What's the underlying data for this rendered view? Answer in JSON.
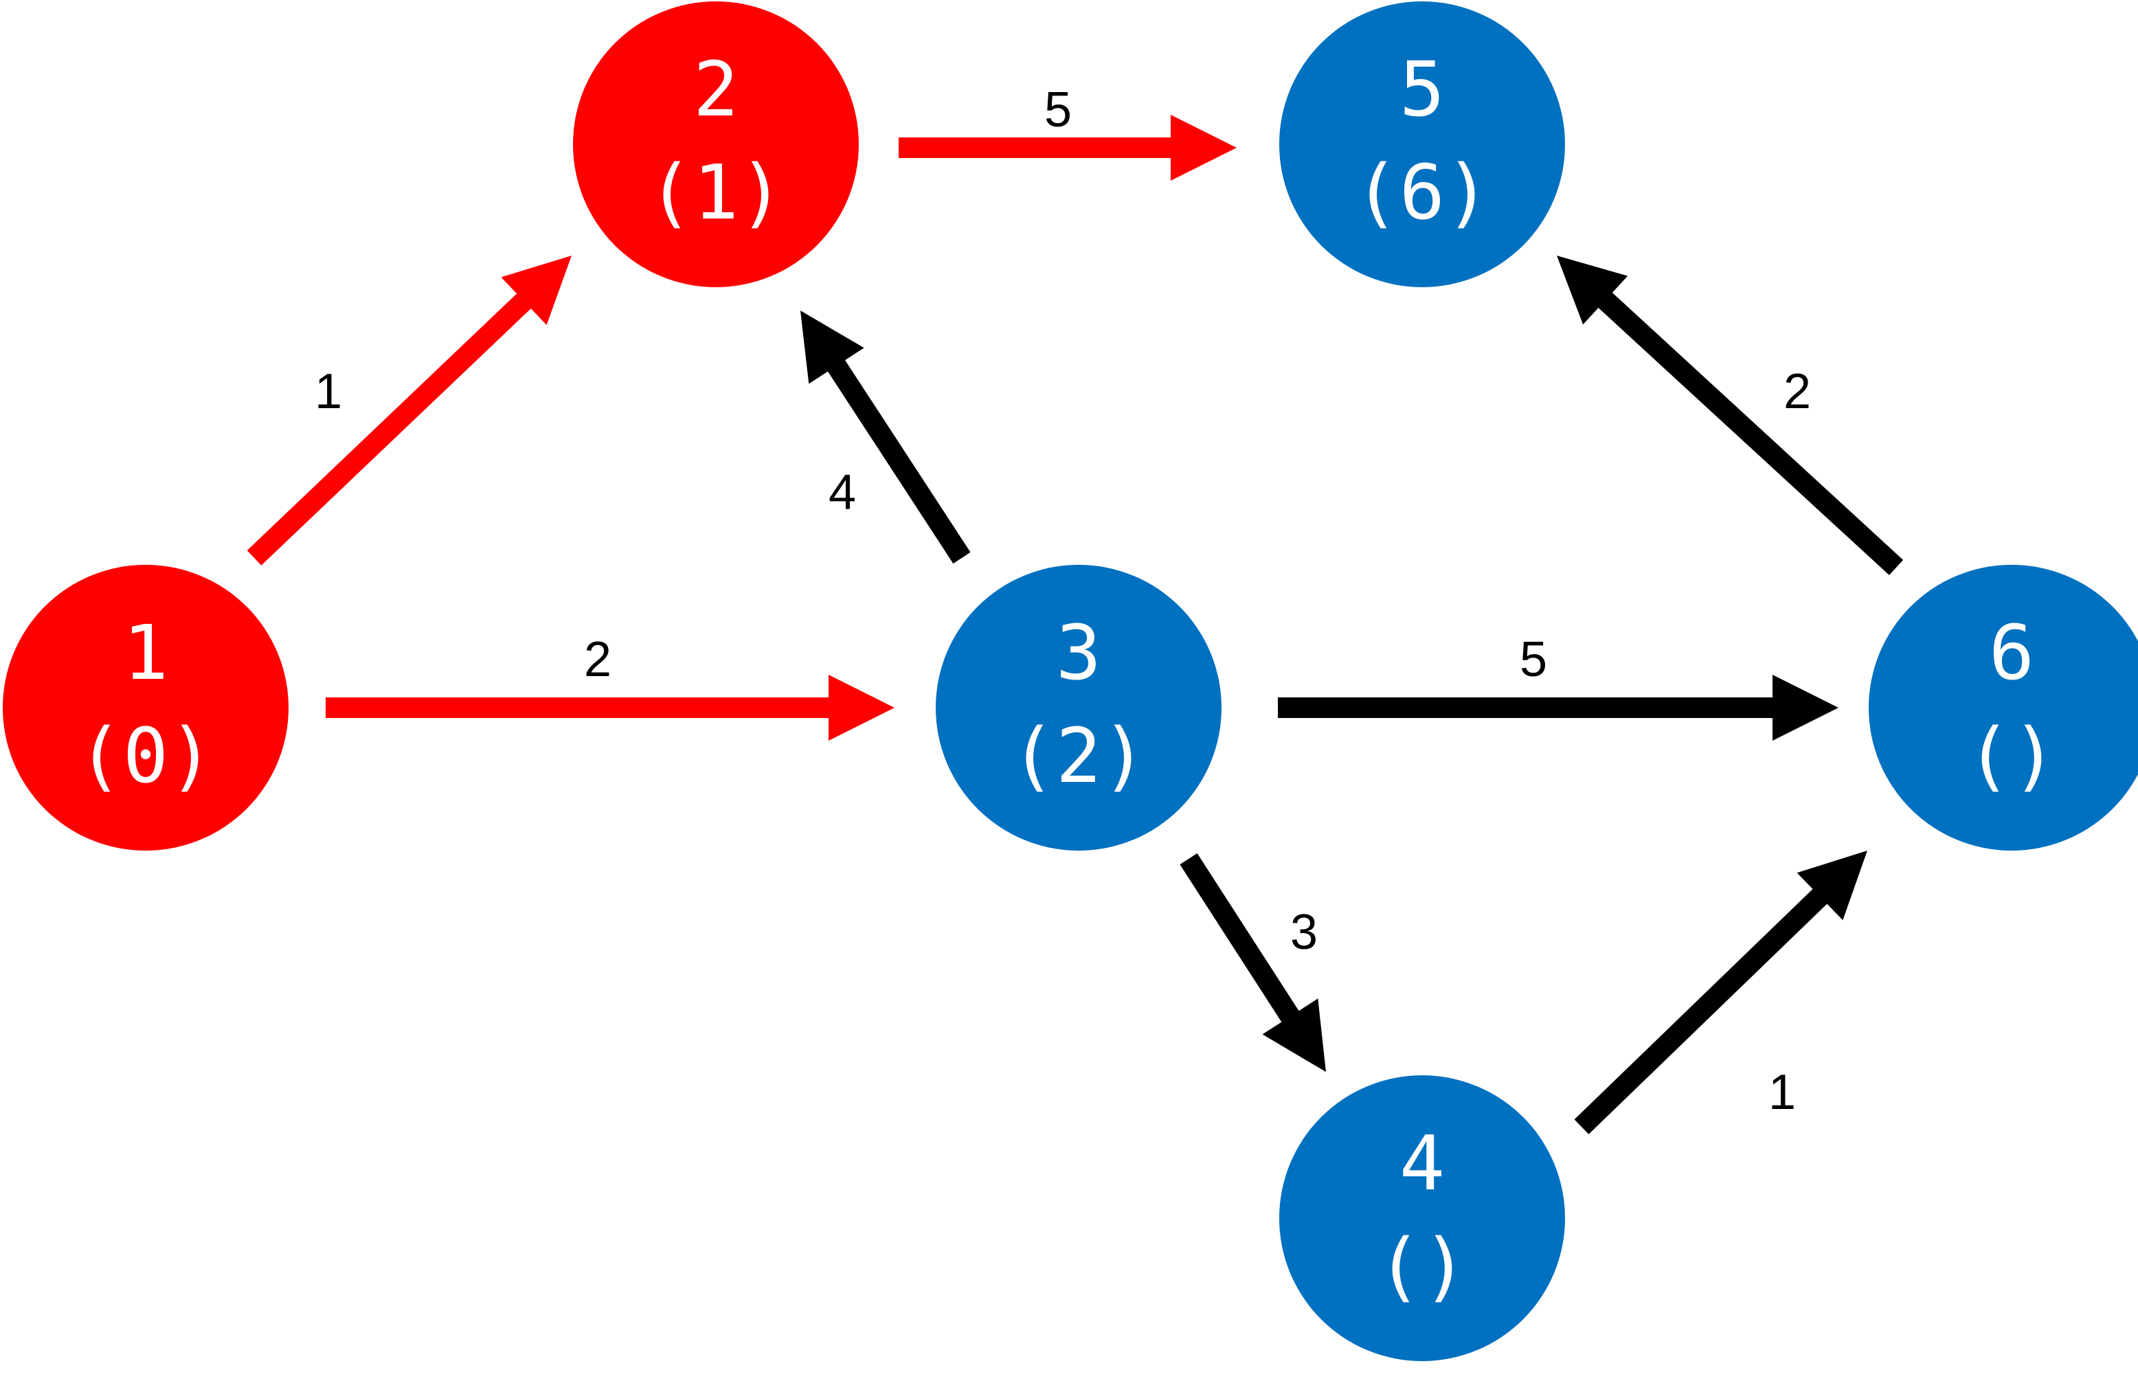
{
  "colors": {
    "visited": "#ff0000",
    "unvisited": "#0070c0",
    "edge_default": "#000000",
    "edge_path": "#ff0000",
    "label_text": "#ffffff"
  },
  "nodes": [
    {
      "id": "1",
      "label": "1",
      "distance": "(0)",
      "state": "visited"
    },
    {
      "id": "2",
      "label": "2",
      "distance": "(1)",
      "state": "visited"
    },
    {
      "id": "3",
      "label": "3",
      "distance": "(2)",
      "state": "unvisited"
    },
    {
      "id": "4",
      "label": "4",
      "distance": "()",
      "state": "unvisited"
    },
    {
      "id": "5",
      "label": "5",
      "distance": "(6)",
      "state": "unvisited"
    },
    {
      "id": "6",
      "label": "6",
      "distance": "()",
      "state": "unvisited"
    }
  ],
  "edges": [
    {
      "from": "1",
      "to": "2",
      "weight": "1",
      "highlighted": true
    },
    {
      "from": "1",
      "to": "3",
      "weight": "2",
      "highlighted": true
    },
    {
      "from": "2",
      "to": "5",
      "weight": "5",
      "highlighted": true
    },
    {
      "from": "3",
      "to": "2",
      "weight": "4",
      "highlighted": false
    },
    {
      "from": "3",
      "to": "6",
      "weight": "5",
      "highlighted": false
    },
    {
      "from": "3",
      "to": "4",
      "weight": "3",
      "highlighted": false
    },
    {
      "from": "4",
      "to": "6",
      "weight": "1",
      "highlighted": false
    },
    {
      "from": "6",
      "to": "5",
      "weight": "2",
      "highlighted": false
    }
  ]
}
